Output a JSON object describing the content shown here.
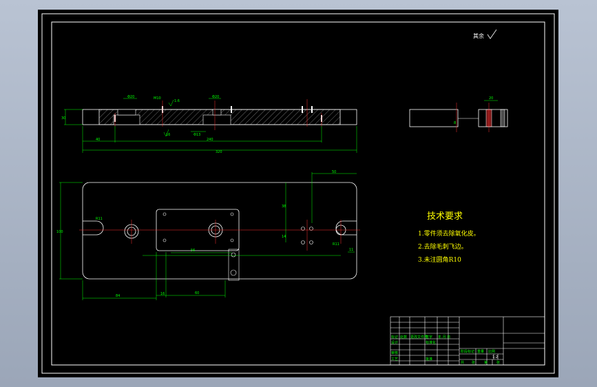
{
  "drawing": {
    "roughness_mark": "其余",
    "tech_req": {
      "heading": "技术要求",
      "items": [
        "1.零件须去除氧化皮。",
        "2.去除毛刺飞边。",
        "3.未注圆角R10"
      ]
    },
    "top_view": {
      "dims": {
        "d_left_pocket": "Φ20",
        "d_mid_pocket": "Φ20",
        "d_hole_label": "M10",
        "d_depth": "16",
        "d_height": "30",
        "d_bottom_a": "40",
        "d_bottom_b": "240",
        "d_total": "320",
        "d_mid_width": "Φ13",
        "d_rough": "1.6"
      }
    },
    "plan_view": {
      "dims": {
        "d_total_h": "100",
        "d_right_w": "50",
        "d_right_h": "38",
        "d_mid": "56",
        "d_bottom_left": "84",
        "d_bottom_small": "16",
        "d_bottom_right": "60",
        "d_side_h": "14",
        "d_r_left": "R11",
        "d_r_right": "R11",
        "d_right_small": "11"
      }
    },
    "side_view": {
      "dims": {
        "d_top": "20",
        "d_right": "8"
      }
    },
    "title_block": {
      "labels": [
        "标记",
        "处数",
        "更改文件号",
        "签字",
        "年.月.日",
        "设计",
        "标准化",
        "审核",
        "工艺",
        "批准",
        "阶段标记",
        "重量",
        "比例",
        "共",
        "张",
        "第",
        "张"
      ],
      "scale": "1:2"
    }
  }
}
